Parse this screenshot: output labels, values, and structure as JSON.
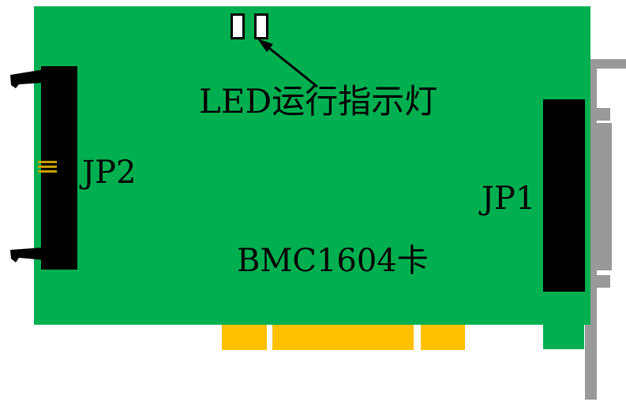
{
  "labels": {
    "led": "LED运行指示灯",
    "jp2": "JP2",
    "jp1": "JP1",
    "card": "BMC1604卡"
  },
  "colors": {
    "board": "#00B050",
    "gold_fingers": "#FFC000",
    "connector": "#000000",
    "bracket": "#999999",
    "pins": "#C8A000",
    "background": "#FFFFFF"
  }
}
